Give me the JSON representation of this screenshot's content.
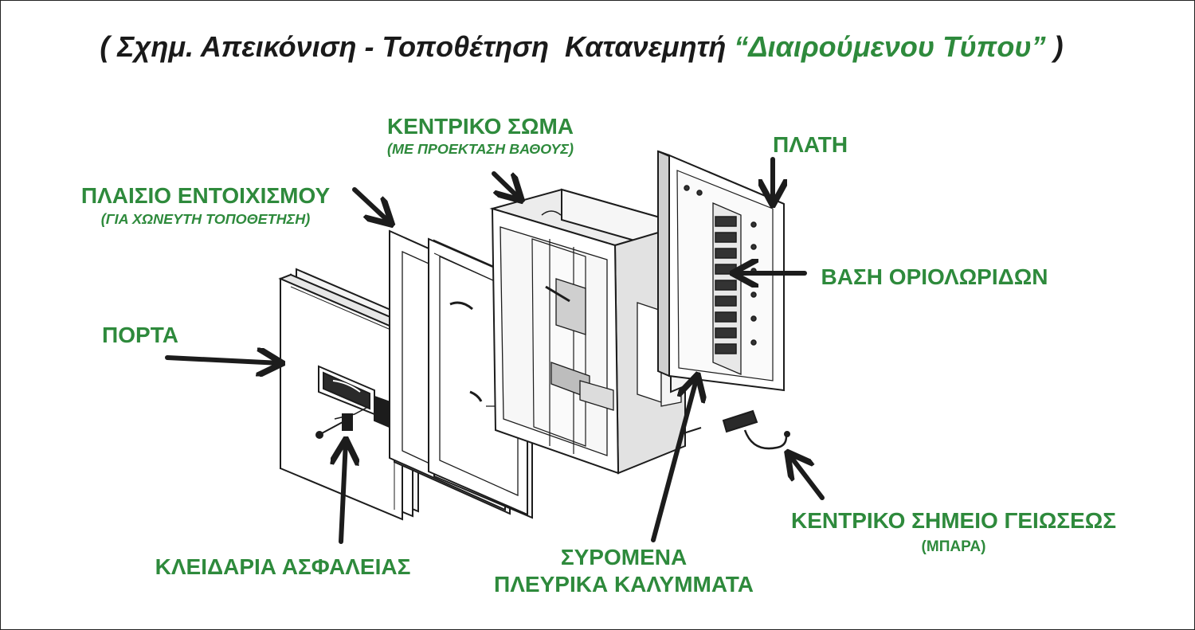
{
  "title": {
    "open": "( Σχημ. Απεικόνιση - Τοποθέτηση  Κατανεμητή ",
    "accent": "“Διαιρούμενου Τύπου”",
    "close": " )"
  },
  "colors": {
    "label": "#2e8a3c",
    "title": "#1a1a1a",
    "line": "#1c1c1c"
  },
  "labels": {
    "central_body": {
      "main": "ΚΕΝΤΡΙΚΟ ΣΩΜΑ",
      "sub": "(ΜΕ ΠΡΟΕΚΤΑΣΗ ΒΑΘΟΥΣ)"
    },
    "back_plate": {
      "main": "ΠΛΑΤΗ"
    },
    "flush_frame": {
      "main": "ΠΛΑΙΣΙΟ ΕΝΤΟΙΧΙΣΜΟΥ",
      "sub": "(ΓΙΑ ΧΩΝΕΥΤΗ ΤΟΠΟΘΕΤΗΣΗ)"
    },
    "terminal_base": {
      "main": "ΒΑΣΗ ΟΡΙΟΛΩΡΙΔΩΝ"
    },
    "door": {
      "main": "ΠΟΡΤΑ"
    },
    "grounding_point": {
      "main": "ΚΕΝΤΡΙΚΟ ΣΗΜΕΙΟ ΓΕΙΩΣΕΩΣ",
      "sub": "(ΜΠΑΡΑ)"
    },
    "security_lock": {
      "main": "ΚΛΕΙΔΑΡΙΑ ΑΣΦΑΛΕΙΑΣ"
    },
    "sliding_covers": {
      "line1": "ΣΥΡΟΜΕΝΑ",
      "line2": "ΠΛΕΥΡΙΚΑ ΚΑΛΥΜΜΑΤΑ"
    }
  }
}
